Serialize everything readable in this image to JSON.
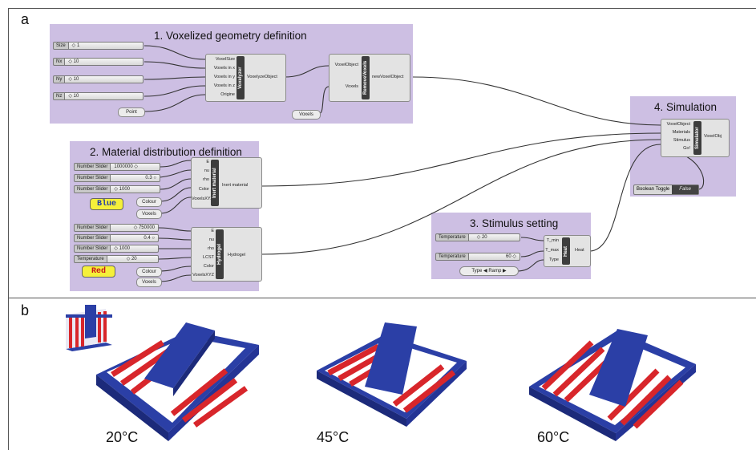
{
  "panels": {
    "a": "a",
    "b": "b"
  },
  "groups": {
    "g1": {
      "title": "1. Voxelized geometry definition"
    },
    "g2": {
      "title": "2. Material distribution definition"
    },
    "g3": {
      "title": "3. Stimulus setting"
    },
    "g4": {
      "title": "4. Simulation"
    }
  },
  "sliders": {
    "size": {
      "name": "Size",
      "value": "◇ 1"
    },
    "nx": {
      "name": "Nx",
      "value": "◇ 10"
    },
    "ny": {
      "name": "Ny",
      "value": "◇ 10"
    },
    "nz": {
      "name": "Nz",
      "value": "◇ 10"
    },
    "e1": {
      "name": "Number Slider",
      "value": "1000000 ◇"
    },
    "nu1": {
      "name": "Number Slider",
      "value": "0.3 ○"
    },
    "rho1": {
      "name": "Number Slider",
      "value": "◇ 1000"
    },
    "e2": {
      "name": "Number Slider",
      "value": "◇ 750000"
    },
    "nu2": {
      "name": "Number Slider",
      "value": "0.4 ○"
    },
    "rho2": {
      "name": "Number Slider",
      "value": "◇ 1000"
    },
    "lcst": {
      "name": "Temperature",
      "value": "◇ 20"
    },
    "tmin": {
      "name": "Temperature",
      "value": "◇ 20"
    },
    "tmax": {
      "name": "Temperature",
      "value": "60 ◇"
    }
  },
  "voxelyzer": {
    "core": "Voxelyzer",
    "inputs": [
      "VoxelSize",
      "Voxels in x",
      "Voxels in y",
      "Voxels in z",
      "Origine"
    ],
    "output": "VoxelyzeObject"
  },
  "remove": {
    "core": "RemoveVoxels",
    "inputs": [
      "VoxelObject",
      "Voxels"
    ],
    "output": "newVoxelObject"
  },
  "point": "Point",
  "voxels_param": "Voxels",
  "inert": {
    "core": "Inert material",
    "inputs": [
      "E",
      "nu",
      "rho",
      "Color",
      "VoxelsXYZ"
    ],
    "output": "Inert material"
  },
  "hydrogel": {
    "core": "Hydrogel",
    "inputs": [
      "E",
      "nu",
      "rho",
      "LCST",
      "Color",
      "VoxelsXYZ"
    ],
    "output": "Hydrogel"
  },
  "colour": "Colour",
  "blue": "Blue",
  "red": "Red",
  "heat": {
    "core": "Heat",
    "inputs": [
      "T_min",
      "T_max",
      "Type"
    ],
    "output": "Heat"
  },
  "type_selector": {
    "label": "Type",
    "value": "Ramp",
    "left": "◀",
    "right": "▶"
  },
  "simulator": {
    "core": "Simulator",
    "inputs": [
      "VoxelObject",
      "Materials",
      "Stimulus",
      "Go!"
    ],
    "output": "VoxelObj"
  },
  "toggle": {
    "label": "Boolean Toggle",
    "value": "False"
  },
  "temperatures": [
    "20°C",
    "45°C",
    "60°C"
  ],
  "colors": {
    "group": "#cdbfe3",
    "blue": "#2b3fa6",
    "red": "#d8262b",
    "panel": "#f5f03a"
  }
}
